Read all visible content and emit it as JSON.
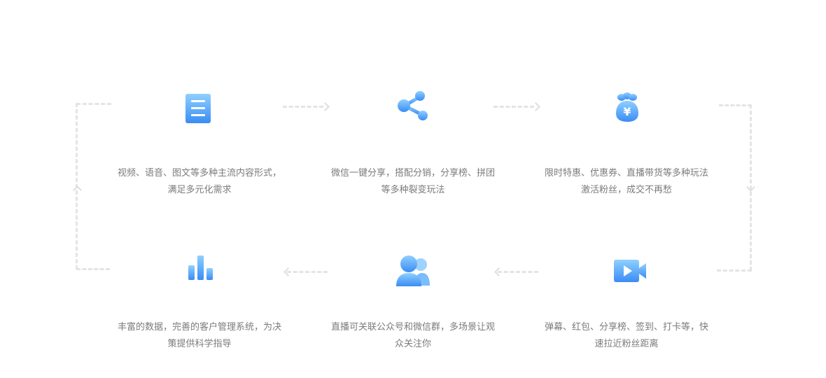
{
  "features": [
    {
      "id": "content",
      "icon": "document-icon",
      "text": "视频、语音、图文等多种主流内容形式，满足多元化需求"
    },
    {
      "id": "share",
      "icon": "share-icon",
      "text": "微信一键分享，搭配分销，分享榜、拼团等多种裂变玩法"
    },
    {
      "id": "promo",
      "icon": "money-bag-icon",
      "text": "限时特惠、优惠券、直播带货等多种玩法激活粉丝，成交不再愁"
    },
    {
      "id": "interact",
      "icon": "video-camera-icon",
      "text": "弹幕、红包、分享榜、签到、打卡等，快速拉近粉丝距离"
    },
    {
      "id": "follow",
      "icon": "users-icon",
      "text": "直播可关联公众号和微信群，多场景让观众关注你"
    },
    {
      "id": "data",
      "icon": "bar-chart-icon",
      "text": "丰富的数据，完善的客户管理系统，为决策提供科学指导"
    }
  ],
  "colors": {
    "icon_top": "#8fd0ff",
    "icon_bottom": "#3a8cf5",
    "text": "#7b7b7b",
    "connector": "#e4e4e4"
  }
}
